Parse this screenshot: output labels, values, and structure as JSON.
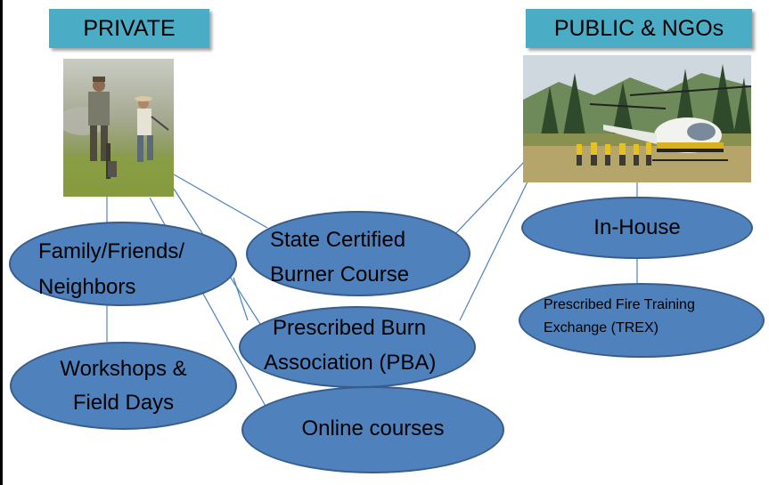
{
  "headers": {
    "private": "PRIVATE",
    "public": "PUBLIC & NGOs"
  },
  "nodes": {
    "family": {
      "line1": "Family/Friends/",
      "line2": "Neighbors"
    },
    "workshops": {
      "line1": "Workshops &",
      "line2": "Field Days"
    },
    "state": {
      "line1": "State Certified",
      "line2": "Burner Course"
    },
    "pba": {
      "line1": "Prescribed Burn",
      "line2": "Association (PBA)"
    },
    "online": {
      "line1": "Online courses"
    },
    "inhouse": {
      "line1": "In-House"
    },
    "trex": {
      "line1": "Prescribed Fire Training",
      "line2": "Exchange (TREX)"
    }
  },
  "colors": {
    "header_fill": "#4bacc6",
    "node_fill": "#4f81bd",
    "node_border": "#385d8a",
    "connector": "#4f81bd"
  },
  "images": {
    "private_photo": "two-people-prescribed-burn-field-photo",
    "public_photo": "helicopter-and-fire-crew-in-meadow-photo"
  }
}
